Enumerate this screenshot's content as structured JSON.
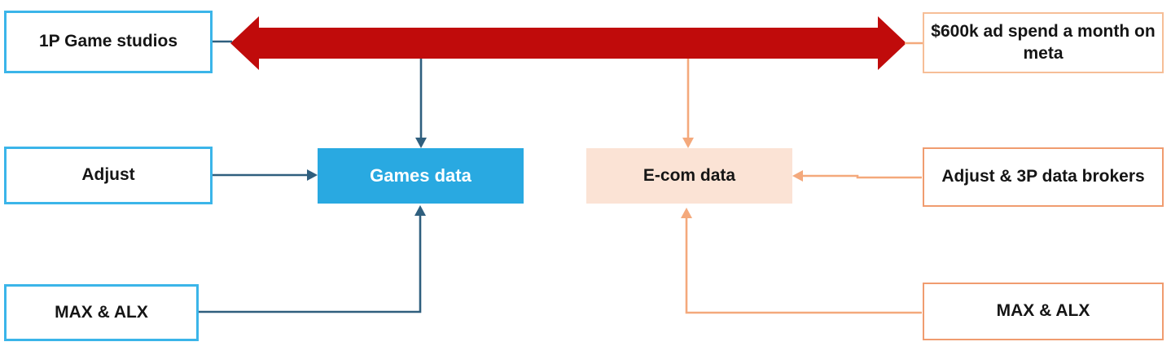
{
  "colors": {
    "red_arrow": "#C00B0B",
    "dark_blue": "#2F5F7E",
    "light_blue_border": "#3BB5E9",
    "blue_fill": "#29A9E1",
    "peach_border": "#F09C6F",
    "peach_border_light": "#F6BE97",
    "peach_fill": "#FBE3D5",
    "peach_arrow": "#F4A97C"
  },
  "nodes": {
    "game_studios": {
      "label": "1P Game studios"
    },
    "ad_spend": {
      "label": "$600k ad spend a month on meta"
    },
    "adjust": {
      "label": "Adjust"
    },
    "games_data": {
      "label": "Games data"
    },
    "ecom_data": {
      "label": "E-com data"
    },
    "adjust_brokers": {
      "label": "Adjust & 3P data brokers"
    },
    "max_alx_left": {
      "label": "MAX & ALX"
    },
    "max_alx_right": {
      "label": "MAX & ALX"
    }
  },
  "edges": [
    {
      "from": "1P Game studios",
      "to": "$600k ad spend a month on meta",
      "type": "bidirectional-thick",
      "color": "red"
    },
    {
      "from": "red-arrow",
      "to": "Games data",
      "type": "arrow-down",
      "color": "dark-blue"
    },
    {
      "from": "red-arrow",
      "to": "E-com data",
      "type": "arrow-down",
      "color": "peach"
    },
    {
      "from": "Adjust",
      "to": "Games data",
      "type": "arrow-right",
      "color": "dark-blue"
    },
    {
      "from": "MAX & ALX (left)",
      "to": "Games data",
      "type": "elbow-arrow-up",
      "color": "dark-blue"
    },
    {
      "from": "Adjust & 3P data brokers",
      "to": "E-com data",
      "type": "arrow-left",
      "color": "peach"
    },
    {
      "from": "MAX & ALX (right)",
      "to": "E-com data",
      "type": "elbow-arrow-up",
      "color": "peach"
    }
  ]
}
